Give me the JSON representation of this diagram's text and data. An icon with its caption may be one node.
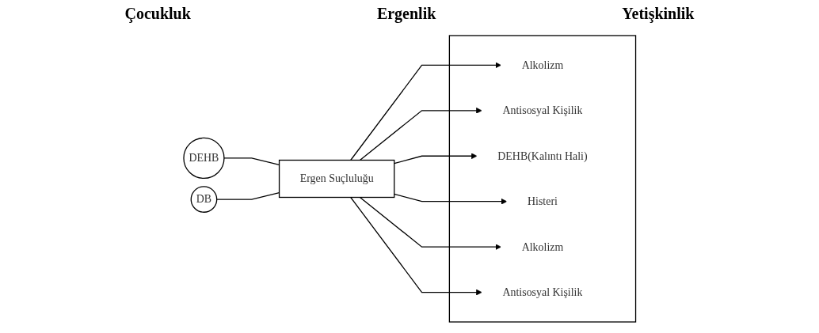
{
  "diagram": {
    "nodes": [
      {
        "text": [
          "DEHB"
        ]
      },
      {
        "text": [
          "DB"
        ]
      },
      {
        "text": [
          "Ergen Suçluluğu"
        ]
      },
      {
        "text": [],
        "shape": "box"
      },
      {
        "text": [
          "Alkolizm"
        ],
        "in": 3
      },
      {
        "text": [
          "Antisosyal Kişilik"
        ],
        "in": 3
      },
      {
        "text": [
          "DEHB(Kalıntı Hali)"
        ],
        "in": 3
      },
      {
        "text": [
          "Histeri"
        ],
        "in": 3
      },
      {
        "text": [
          "Alkolizm"
        ],
        "in": 3
      },
      {
        "text": [
          "Antisosyal Kişilik"
        ],
        "in": 3
      }
    ],
    "edges": [
      {
        "from": 0,
        "to": 2,
        "arrow": "none"
      },
      {
        "from": 1,
        "to": 2,
        "arrow": "none"
      },
      {
        "from": 2,
        "to": 4,
        "arrow": "to"
      },
      {
        "from": 2,
        "to": 5,
        "arrow": "to"
      },
      {
        "from": 2,
        "to": 6,
        "arrow": "to"
      },
      {
        "from": 2,
        "to": 7,
        "arrow": "to"
      },
      {
        "from": 2,
        "to": 8,
        "arrow": "to"
      },
      {
        "from": 2,
        "to": 9,
        "arrow": "to"
      }
    ],
    "labels": [
      "Çocukluk",
      "Ergenlik",
      "Yetişkinlik"
    ]
  }
}
